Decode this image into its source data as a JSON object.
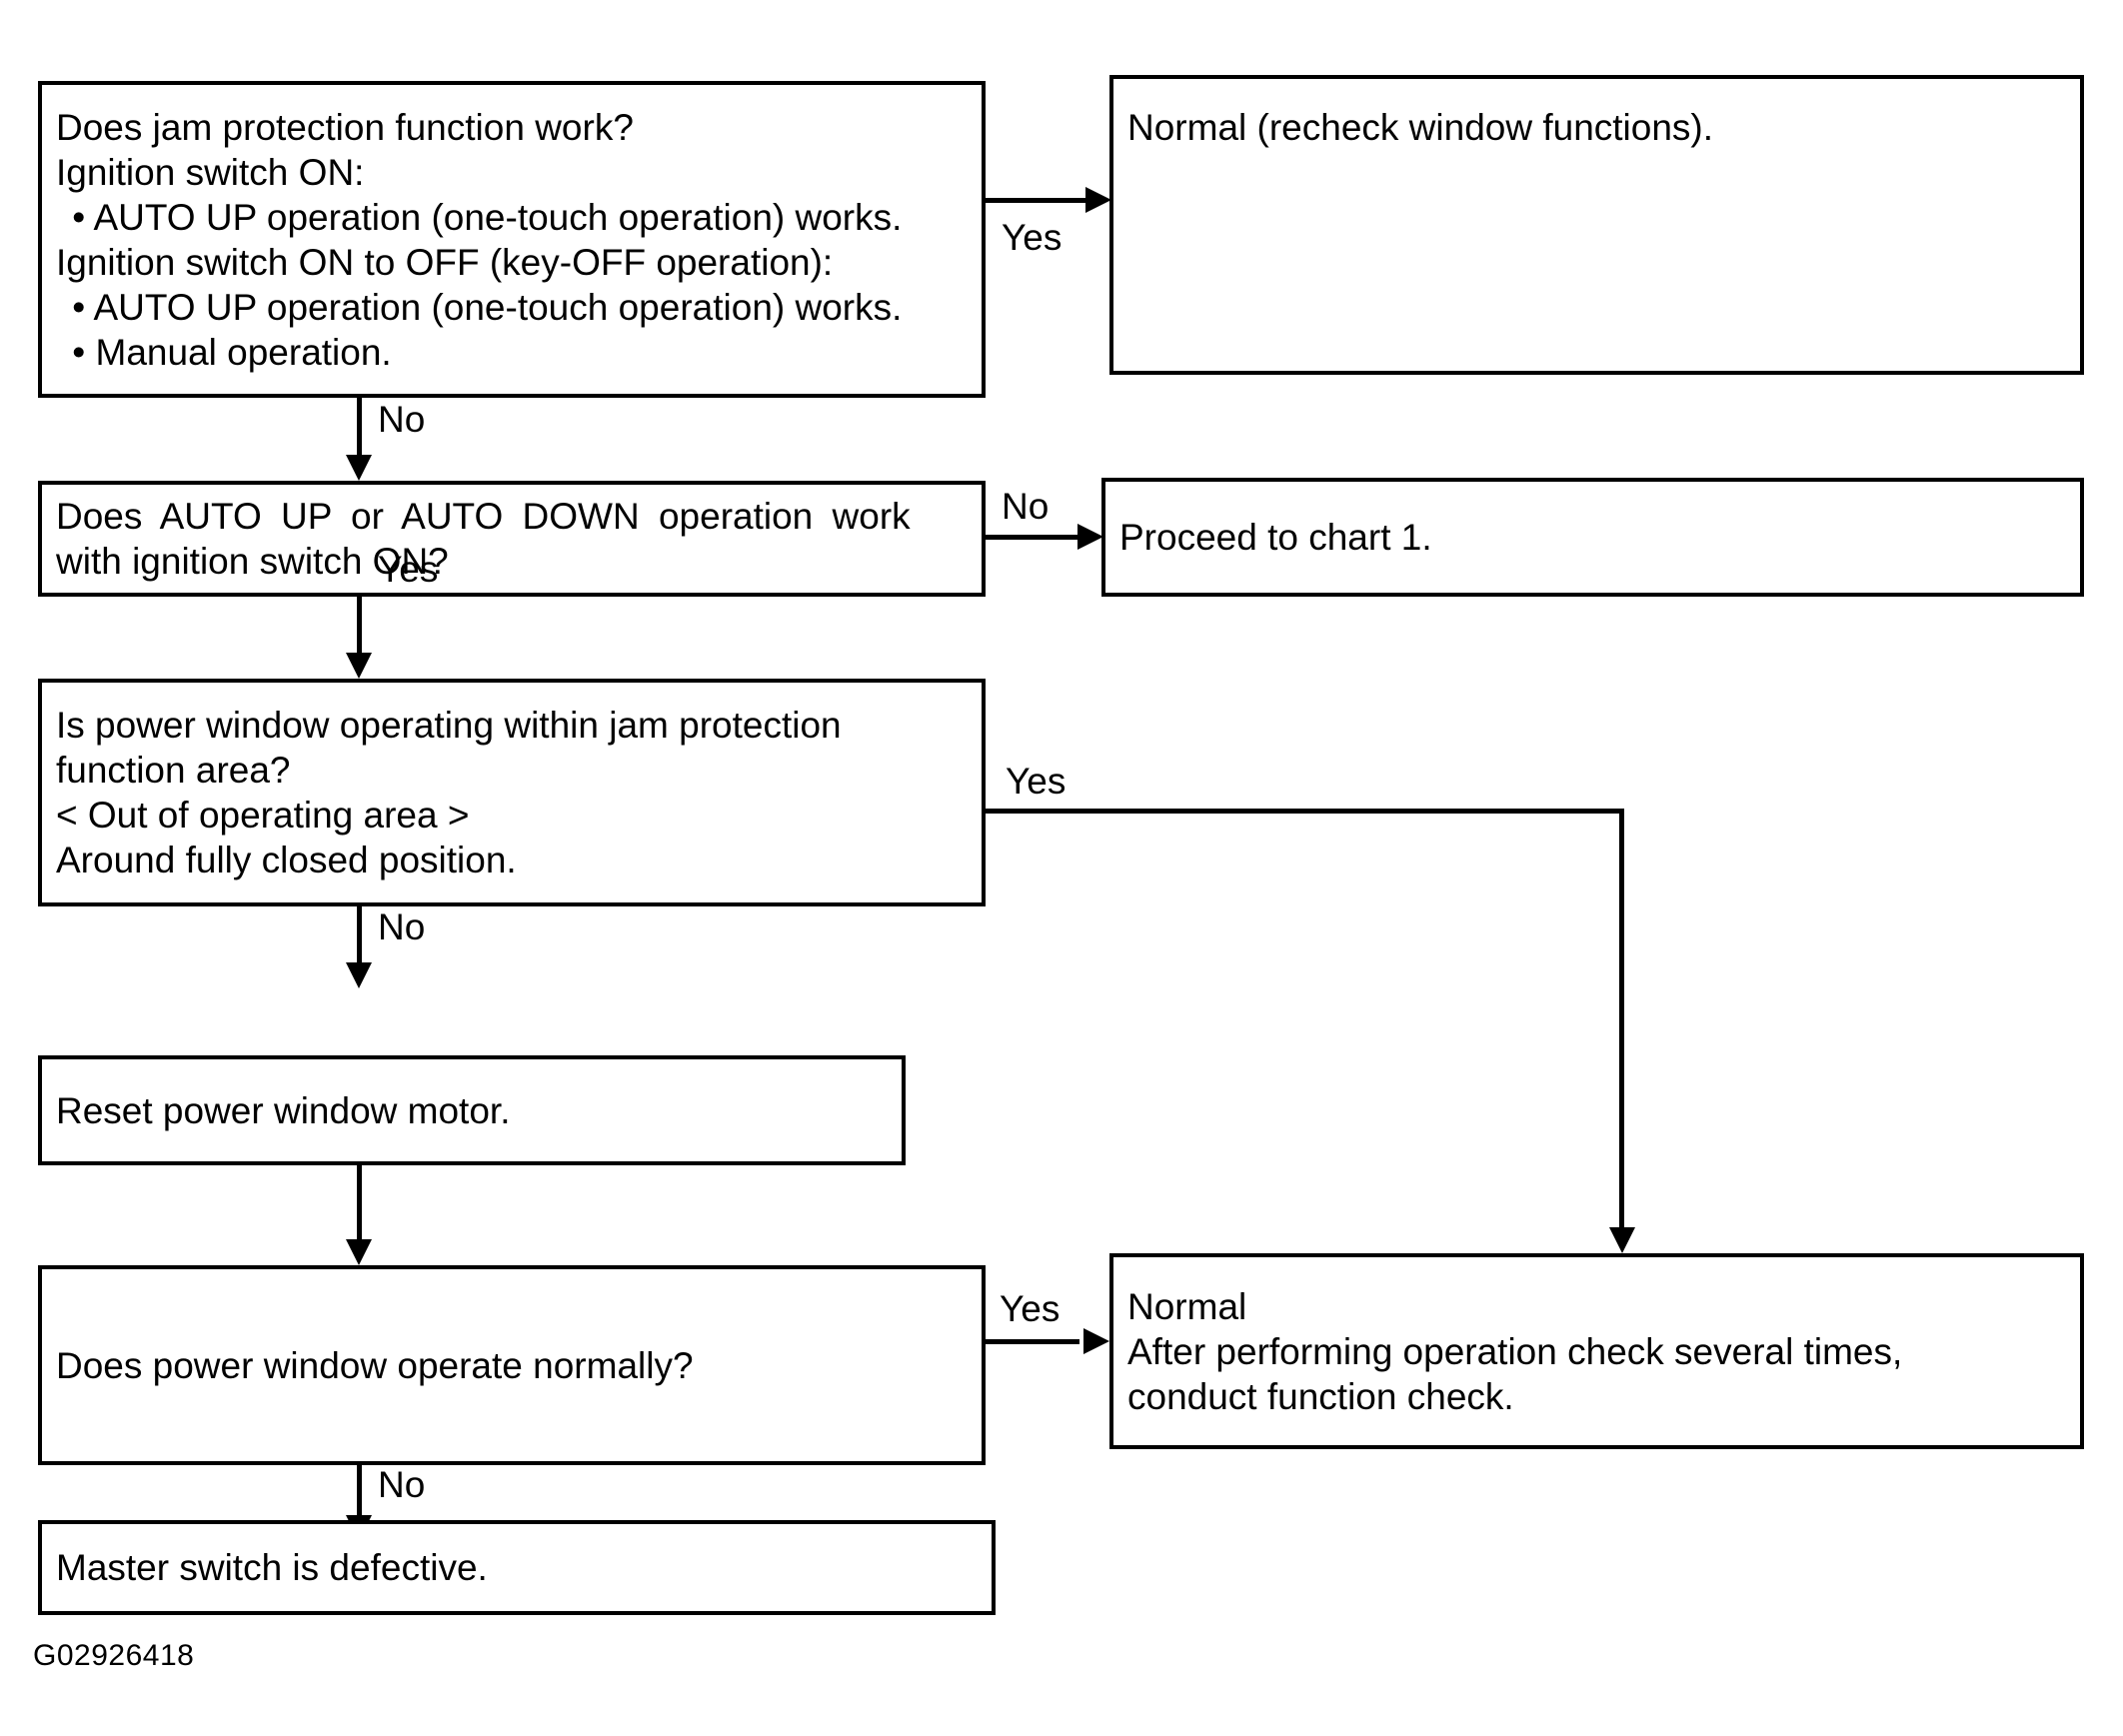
{
  "figure": {
    "id_code": "G02926418"
  },
  "nodes": {
    "q_jam_protection": {
      "lines": [
        "Does jam protection function work?",
        "Ignition switch ON:",
        " • AUTO UP operation (one-touch operation) works.",
        "Ignition switch ON to OFF (key-OFF operation):",
        " • AUTO UP operation (one-touch operation) works.",
        " • Manual operation."
      ]
    },
    "r_normal_recheck": {
      "lines": [
        "Normal (recheck window functions)."
      ]
    },
    "q_auto_up_down": {
      "lines": [
        "Does AUTO UP or AUTO DOWN operation work",
        "with ignition switch ON?"
      ]
    },
    "r_proceed_chart1": {
      "lines": [
        "Proceed to chart 1."
      ]
    },
    "q_within_area": {
      "lines": [
        "Is power window operating within jam protection",
        "function area?",
        "< Out of operating area >",
        "Around fully closed position."
      ]
    },
    "a_reset_motor": {
      "lines": [
        "Reset power window motor."
      ]
    },
    "q_operate_normally": {
      "lines": [
        "Does power window operate normally?"
      ]
    },
    "r_normal_function_check": {
      "lines": [
        "Normal",
        "After performing operation check several times,",
        "conduct function check."
      ]
    },
    "r_master_switch_defective": {
      "lines": [
        "Master switch is defective."
      ]
    }
  },
  "edges": {
    "jam_yes": "Yes",
    "jam_no": "No",
    "auto_no": "No",
    "auto_yes": "Yes",
    "area_yes": "Yes",
    "area_no": "No",
    "normally_yes": "Yes",
    "normally_no": "No"
  },
  "colors": {
    "stroke": "#000000",
    "background": "#ffffff",
    "text": "#000000"
  }
}
